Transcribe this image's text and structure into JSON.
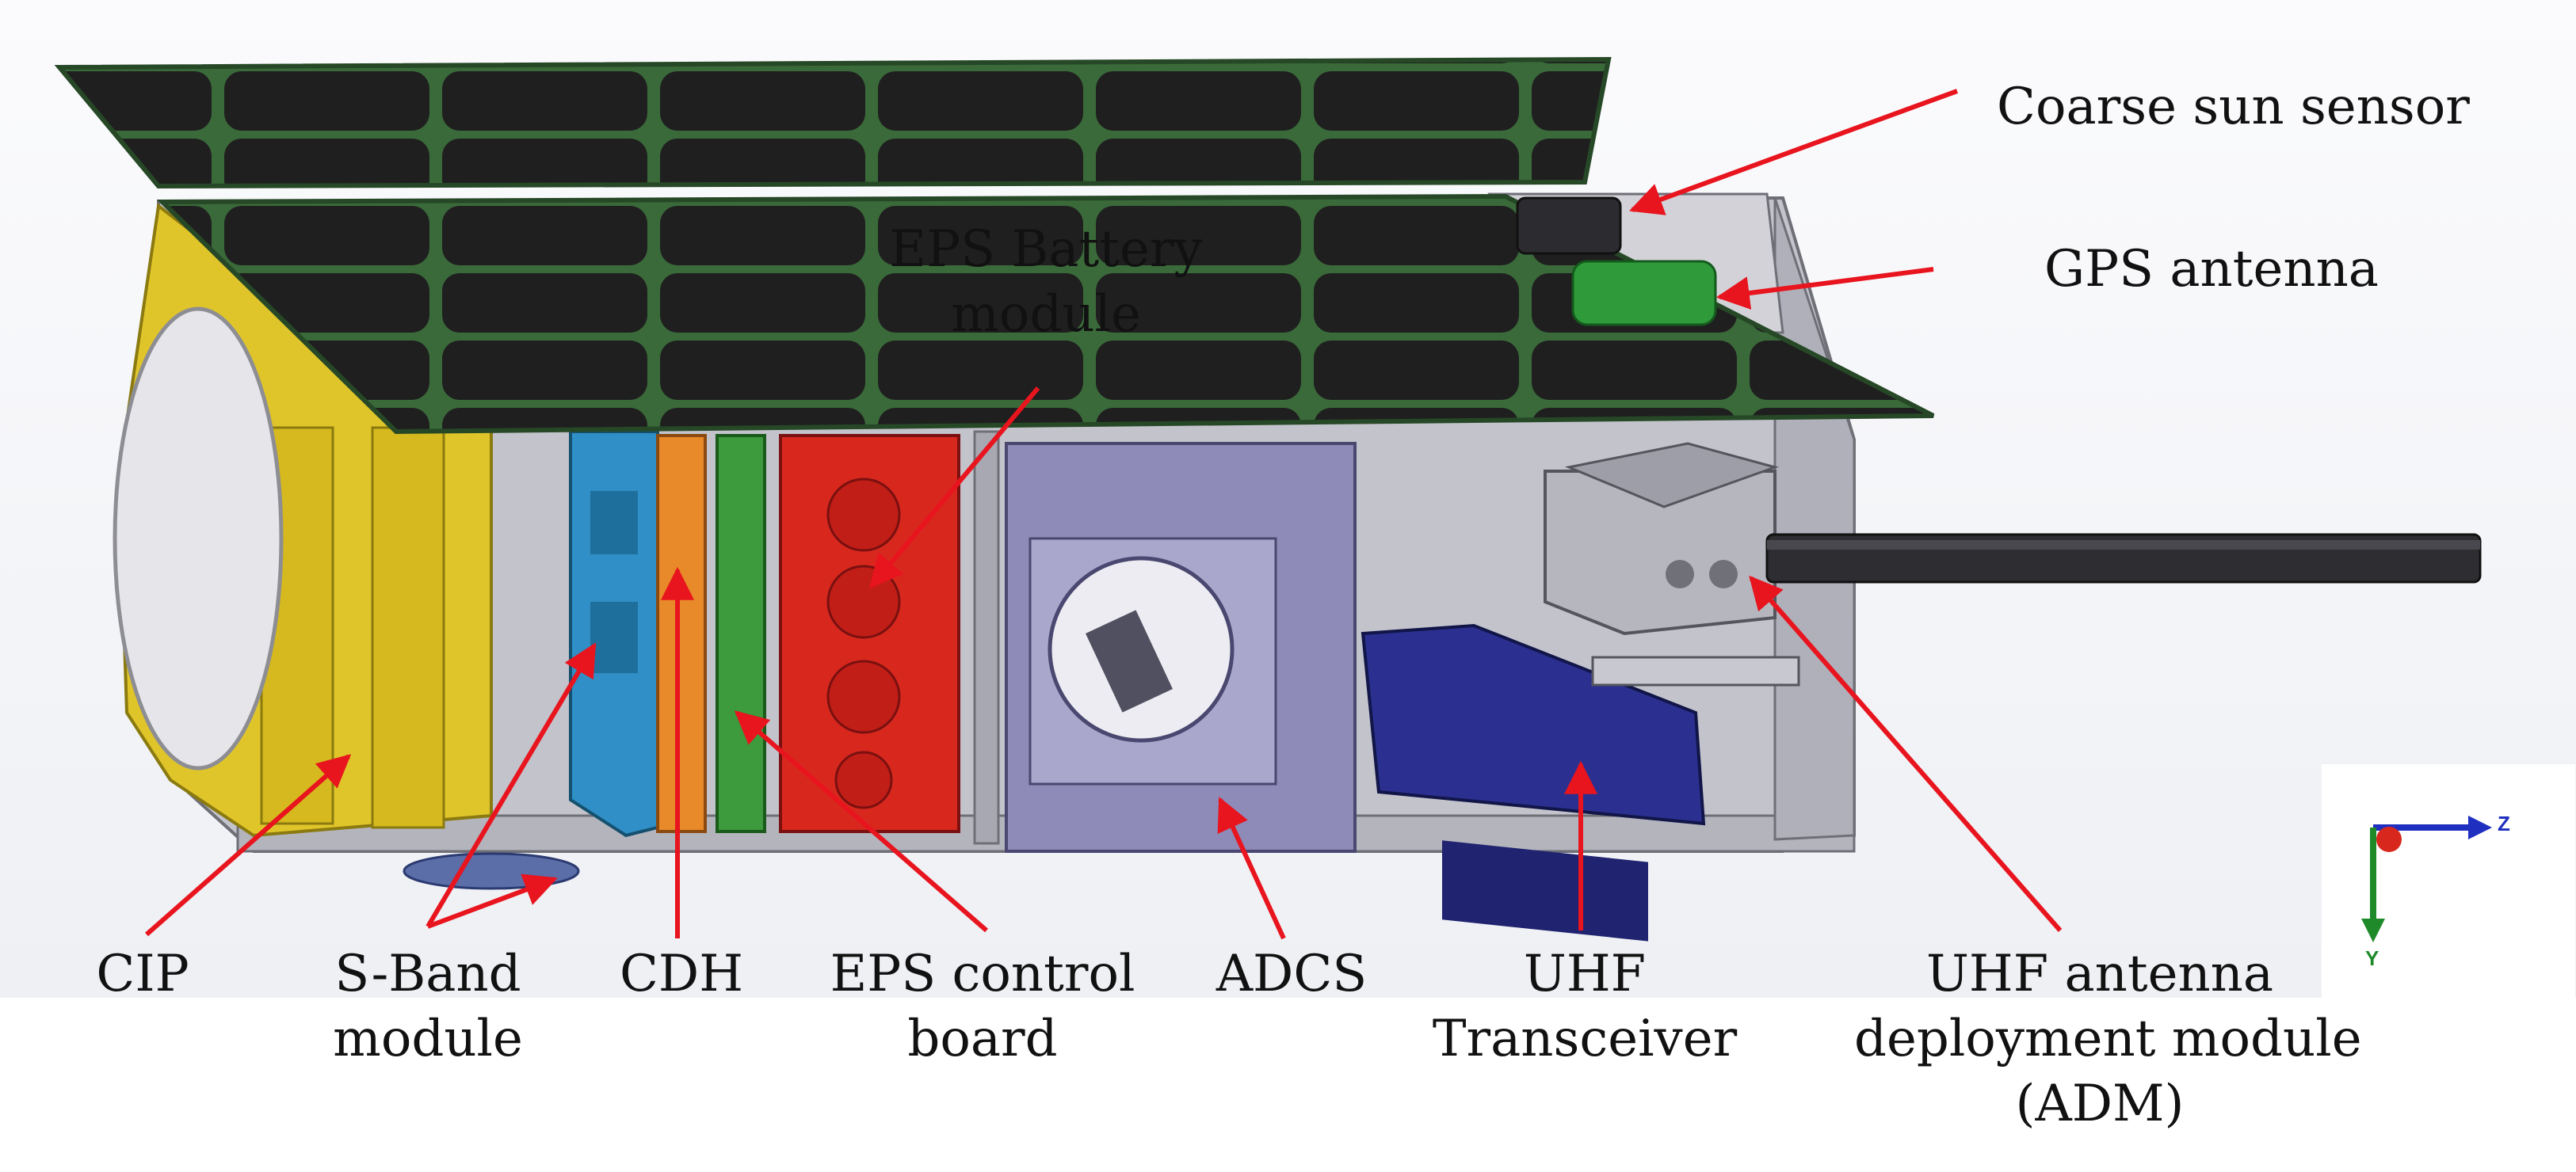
{
  "labels": {
    "coarse_sun_sensor": "Coarse sun sensor",
    "gps_antenna": "GPS antenna",
    "eps_battery_line1": "EPS Battery",
    "eps_battery_line2": "module",
    "cip": "CIP",
    "sband_line1": "S-Band",
    "sband_line2": "module",
    "cdh": "CDH",
    "eps_control_line1": "EPS control",
    "eps_control_line2": "board",
    "adcs": "ADCS",
    "uhf_trx_line1": "UHF",
    "uhf_trx_line2": "Transceiver",
    "adm_line1": "UHF antenna",
    "adm_line2": "deployment module",
    "adm_line3": "(ADM)"
  },
  "axes": {
    "z": "Z",
    "y": "Y"
  },
  "colors": {
    "arrow": "#e8141e",
    "solar_cell": "#1f1f1f",
    "pcb_edge": "#3a6a3a",
    "frame": "#c9c9cf",
    "cip": "#e0c52a",
    "sband": "#2f8fc6",
    "cdh": "#e8892a",
    "eps_control": "#3d9a3d",
    "eps_battery": "#d8281e",
    "adcs": "#8e8bb8",
    "uhf": "#2b3090",
    "gps": "#2e9a3a"
  }
}
